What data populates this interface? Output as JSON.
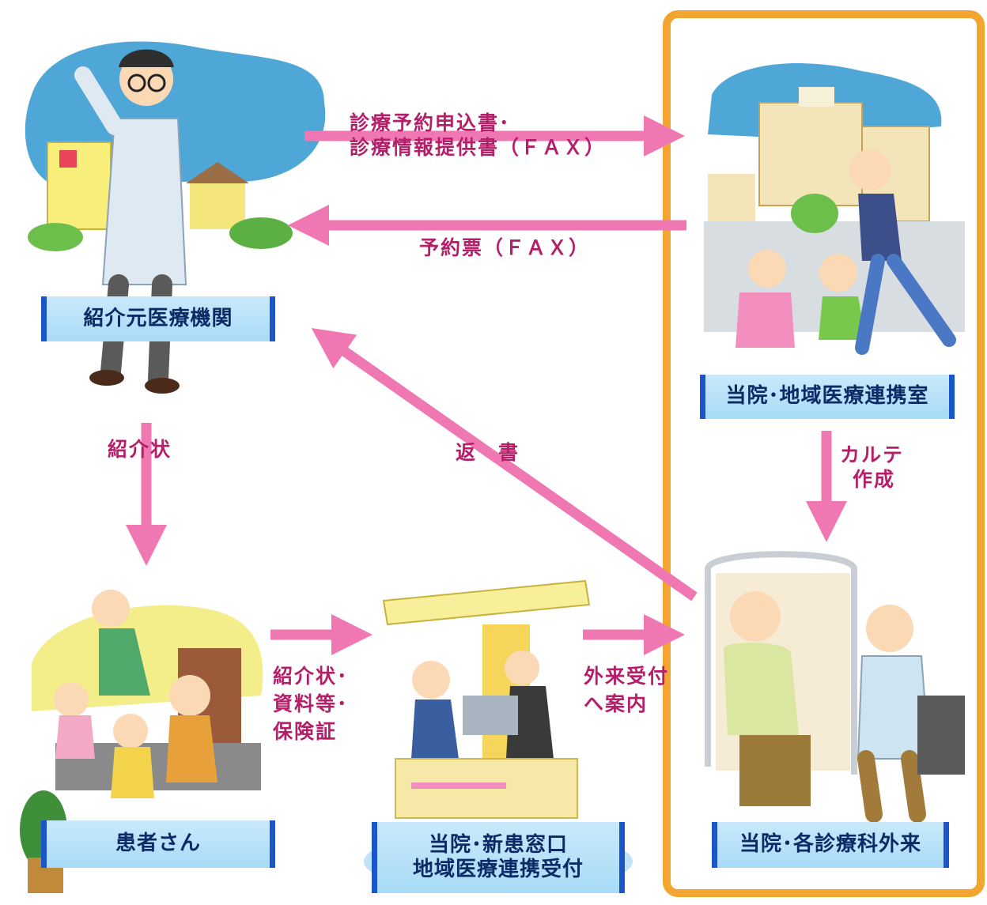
{
  "nodes": {
    "referring": "紹介元医療機関",
    "liaison": "当院･地域医療連携室",
    "patient": "患者さん",
    "window_line1": "当院･新患窓口",
    "window_line2": "地域医療連携受付",
    "outpatient": "当院･各診療科外来"
  },
  "flows": {
    "request_line1": "診療予約申込書･",
    "request_line2": "診療情報提供書（ＦＡＸ）",
    "ticket": "予約票（ＦＡＸ）",
    "reply": "返　書",
    "referral": "紹介状",
    "chart_line1": "カルテ",
    "chart_line2": "作成",
    "docs_line1": "紹介状･",
    "docs_line2": "資料等･",
    "docs_line3": "保険証",
    "guide_line1": "外来受付",
    "guide_line2": "へ案内"
  },
  "colors": {
    "arrow": "#ef78b2",
    "flow_text": "#b51f6a",
    "frame": "#f2a531",
    "label_bg": "#b6e1f8",
    "label_border": "#1a56c9"
  }
}
